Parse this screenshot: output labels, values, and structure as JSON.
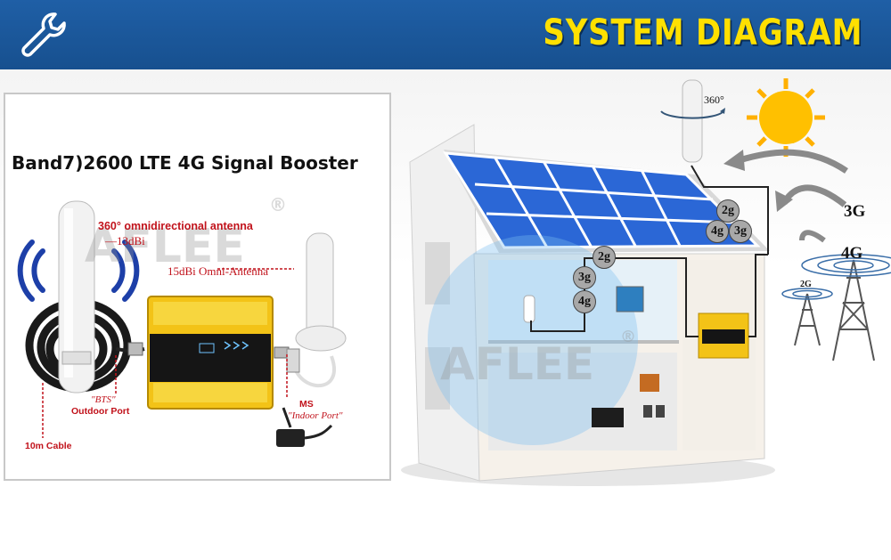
{
  "header": {
    "title": "SYSTEM DIAGRAM",
    "icon": "wrench-icon",
    "background": "#1f5fa6",
    "title_color": "#ffe000"
  },
  "product_panel": {
    "title": "Band7)2600 LTE 4G Signal Booster",
    "outdoor_antenna": {
      "label": "360° omnidirectional antenna",
      "gain": "13dBi"
    },
    "indoor_antenna": {
      "label": "15dBi Omni-Antenna"
    },
    "outdoor_port": {
      "line1": "\"BTS\"",
      "line2": "Outdoor Port"
    },
    "indoor_port": {
      "line1": "MS",
      "line2": "\"Indoor Port\""
    },
    "cable": "10m Cable",
    "watermark": "AFLEE",
    "trademark": "®",
    "label_color": "#c1121b"
  },
  "house_diagram": {
    "rotation_label": "360°",
    "roof_bubbles": [
      "2g",
      "4g",
      "3g"
    ],
    "indoor_bubbles": [
      "2g",
      "3g",
      "4g"
    ],
    "incoming_signals": [
      "3G",
      "4G"
    ],
    "tower_label": "2G",
    "watermark": "AFLEE",
    "trademark": "®"
  }
}
